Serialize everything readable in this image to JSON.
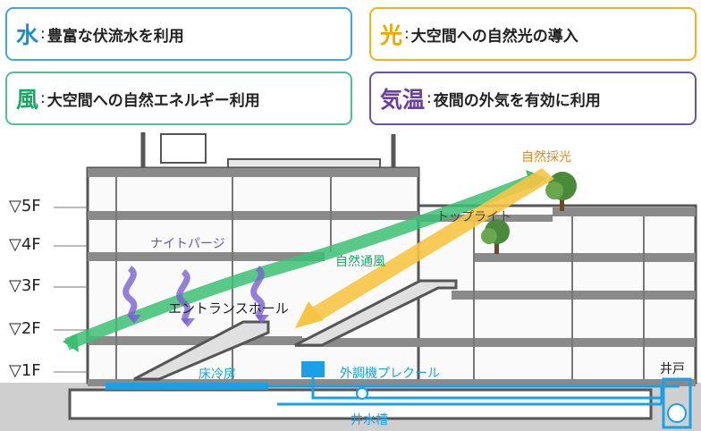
{
  "legend": {
    "water": {
      "icon": "水",
      "colon": ":",
      "text": "豊富な伏流水を利用"
    },
    "light": {
      "icon": "光",
      "colon": ":",
      "text": "大空間への自然光の導入"
    },
    "wind": {
      "icon": "風",
      "colon": ":",
      "text": "大空間への自然エネルギー利用"
    },
    "temp": {
      "icon": "気温",
      "colon": ":",
      "text": "夜間の外気を有効に利用"
    }
  },
  "floors": [
    "▽5F",
    "▽4F",
    "▽3F",
    "▽2F",
    "▽1F"
  ],
  "labels": {
    "natural_light": "自然採光",
    "top_light": "トップライト",
    "night_purge": "ナイトパージ",
    "natural_ventilation": "自然通風",
    "entrance_hall": "エントランスホール",
    "floor_cooling": "床冷房",
    "precool": "外調機プレクール",
    "well": "井戸",
    "well_tank": "井水槽"
  },
  "colors": {
    "water": "#1aa0e6",
    "light": "#f6c544",
    "wind": "#3cbf73",
    "night": "#7a62d0",
    "building": "#555555"
  }
}
